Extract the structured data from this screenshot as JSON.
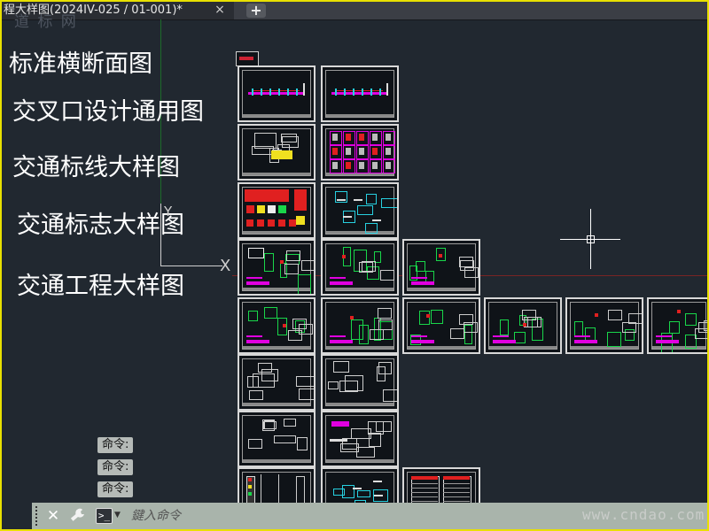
{
  "tab": {
    "title": "程大样图(2024IV-025 / 01-001)*",
    "close_glyph": "×",
    "new_glyph": "+"
  },
  "watermark_top": "道 标 网",
  "labels": [
    {
      "text": "标准横断面图"
    },
    {
      "text": "交叉口设计通用图"
    },
    {
      "text": "交通标线大样图"
    },
    {
      "text": "交通标志大样图"
    },
    {
      "text": "交通工程大样图"
    }
  ],
  "ucs": {
    "y": "Y",
    "x": "X"
  },
  "command_history": [
    "命令:",
    "命令:",
    "命令:"
  ],
  "command_line": {
    "placeholder": "鍵入命令",
    "close_glyph": "✕",
    "prompt_glyph": ">_",
    "dropdown_glyph": "▼"
  },
  "watermark_bottom": "www.cndao.com",
  "colors": {
    "frame": "#e8e000",
    "background": "#212830",
    "magenta": "#e000e0",
    "green": "#19d64a",
    "cyan": "#27d0e0",
    "red": "#e02020",
    "yellow": "#f0e020"
  },
  "icons": [
    "close-icon",
    "wrench-icon",
    "command-prompt-icon",
    "crosshair-cursor-icon",
    "ucs-icon"
  ]
}
